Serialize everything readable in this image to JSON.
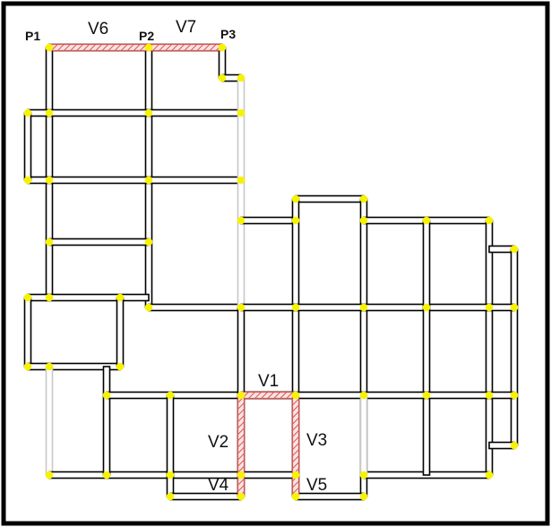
{
  "labels": {
    "p1": "P1",
    "p2": "P2",
    "p3": "P3",
    "v1": "V1",
    "v2": "V2",
    "v3": "V3",
    "v4": "V4",
    "v5": "V5",
    "v6": "V6",
    "v7": "V7"
  },
  "colors": {
    "frame": "#000000",
    "wall": "#000000",
    "wall_fill": "#ffffff",
    "gray_wall": "#c8c8c8",
    "node": "#f7f300",
    "hatch": "#d9534f",
    "hatch_bg": "#fbe3e3"
  }
}
